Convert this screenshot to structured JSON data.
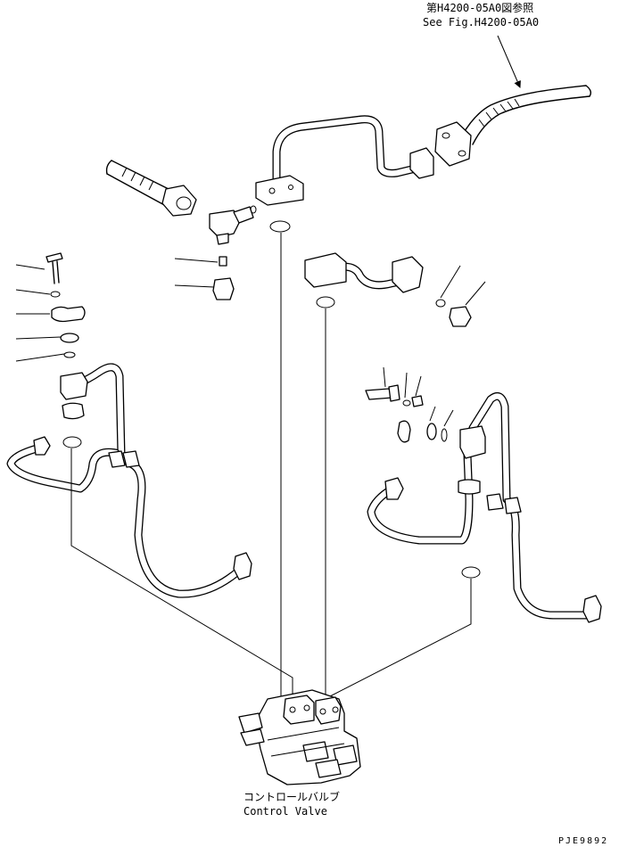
{
  "reference": {
    "line_ja": "第H4200-05A0図参照",
    "line_en": "See Fig.H4200-05A0"
  },
  "component": {
    "name_ja": "コントロールバルブ",
    "name_en": "Control Valve"
  },
  "drawing_code": "PJE9892"
}
